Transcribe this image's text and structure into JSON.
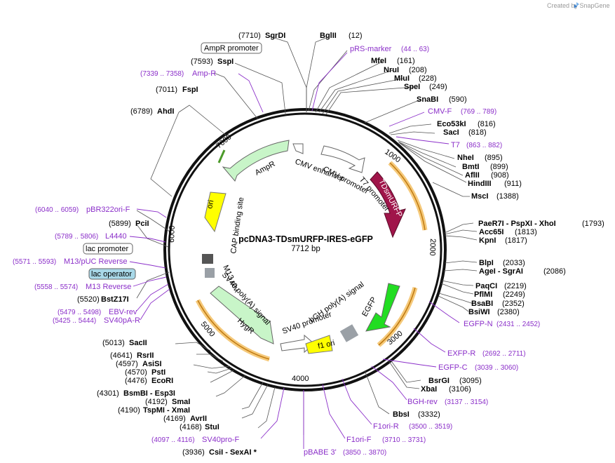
{
  "credit": "Created by SnapGene",
  "plasmid": {
    "name": "pcDNA3-TDsmURFP-IRES-eGFP",
    "length": 7712,
    "length_label": "7712 bp"
  },
  "ticks": [
    "1000",
    "2000",
    "3000",
    "4000",
    "5000",
    "6000",
    "7000"
  ],
  "colors": {
    "enzyme": "#000000",
    "primer": "#8b2fc9",
    "cds_promoter_fill": "#c8f5c8",
    "outline_orange": "#f5a623"
  },
  "enzymes": [
    {
      "name": "SgrDI",
      "pos": "(7710)"
    },
    {
      "name": "BglII",
      "pos": "(12)"
    },
    {
      "name": "SspI",
      "pos": "(7593)"
    },
    {
      "name": "FspI",
      "pos": "(7011)"
    },
    {
      "name": "AhdI",
      "pos": "(6789)"
    },
    {
      "name": "MfeI",
      "pos": "(161)"
    },
    {
      "name": "NruI",
      "pos": "(208)"
    },
    {
      "name": "MluI",
      "pos": "(228)"
    },
    {
      "name": "SpeI",
      "pos": "(249)"
    },
    {
      "name": "SnaBI",
      "pos": "(590)"
    },
    {
      "name": "Eco53kI",
      "pos": "(816)"
    },
    {
      "name": "SacI",
      "pos": "(818)"
    },
    {
      "name": "NheI",
      "pos": "(895)"
    },
    {
      "name": "BmtI",
      "pos": "(899)"
    },
    {
      "name": "AflII",
      "pos": "(908)"
    },
    {
      "name": "HindIII",
      "pos": "(911)"
    },
    {
      "name": "MscI",
      "pos": "(1388)"
    },
    {
      "name": "PaeR7I - PspXI - XhoI",
      "pos": "(1793)"
    },
    {
      "name": "Acc65I",
      "pos": "(1813)"
    },
    {
      "name": "KpnI",
      "pos": "(1817)"
    },
    {
      "name": "BlpI",
      "pos": "(2033)"
    },
    {
      "name": "AgeI - SgrAI",
      "pos": "(2086)"
    },
    {
      "name": "PaqCI",
      "pos": "(2219)"
    },
    {
      "name": "PflMI",
      "pos": "(2249)"
    },
    {
      "name": "BsaBI",
      "pos": "(2352)"
    },
    {
      "name": "BsiWI",
      "pos": "(2380)"
    },
    {
      "name": "BsrGI",
      "pos": "(3095)"
    },
    {
      "name": "XbaI",
      "pos": "(3106)"
    },
    {
      "name": "BbsI",
      "pos": "(3332)"
    },
    {
      "name": "PciI",
      "pos": "(5899)"
    },
    {
      "name": "BstZ17I",
      "pos": "(5520)"
    },
    {
      "name": "SacII",
      "pos": "(5013)"
    },
    {
      "name": "RsrII",
      "pos": "(4641)"
    },
    {
      "name": "AsiSI",
      "pos": "(4597)"
    },
    {
      "name": "PstI",
      "pos": "(4570)"
    },
    {
      "name": "EcoRI",
      "pos": "(4476)"
    },
    {
      "name": "BsmBI - Esp3I",
      "pos": "(4301)"
    },
    {
      "name": "SmaI",
      "pos": "(4192)"
    },
    {
      "name": "TspMI - XmaI",
      "pos": "(4190)"
    },
    {
      "name": "AvrII",
      "pos": "(4169)"
    },
    {
      "name": "StuI",
      "pos": "(4168)"
    },
    {
      "name": "CsiI - SexAI *",
      "pos": "(3936)"
    }
  ],
  "primers": [
    {
      "name": "pRS-marker",
      "range": "(44 .. 63)"
    },
    {
      "name": "Amp-R",
      "range": "(7339 .. 7358)"
    },
    {
      "name": "CMV-F",
      "range": "(769 .. 789)"
    },
    {
      "name": "T7",
      "range": "(863 .. 882)"
    },
    {
      "name": "pBR322ori-F",
      "range": "(6040 .. 6059)"
    },
    {
      "name": "L4440",
      "range": "(5789 .. 5806)"
    },
    {
      "name": "M13/pUC Reverse",
      "range": "(5571 .. 5593)"
    },
    {
      "name": "M13 Reverse",
      "range": "(5558 .. 5574)"
    },
    {
      "name": "EBV-rev",
      "range": "(5479 .. 5498)"
    },
    {
      "name": "SV40pA-R",
      "range": "(5425 .. 5444)"
    },
    {
      "name": "EGFP-N",
      "range": "(2431 .. 2452)"
    },
    {
      "name": "EXFP-R",
      "range": "(2692 .. 2711)"
    },
    {
      "name": "EGFP-C",
      "range": "(3039 .. 3060)"
    },
    {
      "name": "BGH-rev",
      "range": "(3137 .. 3154)"
    },
    {
      "name": "F1ori-R",
      "range": "(3500 .. 3519)"
    },
    {
      "name": "F1ori-F",
      "range": "(3710 .. 3731)"
    },
    {
      "name": "SV40pro-F",
      "range": "(4097 .. 4116)"
    },
    {
      "name": "pBABE 3'",
      "range": "(3850 .. 3870)"
    }
  ],
  "boxed_labels": [
    "AmpR promoter",
    "lac promoter",
    "lac operator"
  ],
  "features": [
    "CMV enhancer",
    "CMV promoter",
    "T7 promoter",
    "TDsmURFP",
    "AmpR",
    "ori",
    "CAP binding site",
    "M13 rev",
    "SV40 poly(A) signal",
    "HygR",
    "SV40 promoter",
    "f1 ori",
    "bGH poly(A) signal",
    "EGFP"
  ]
}
